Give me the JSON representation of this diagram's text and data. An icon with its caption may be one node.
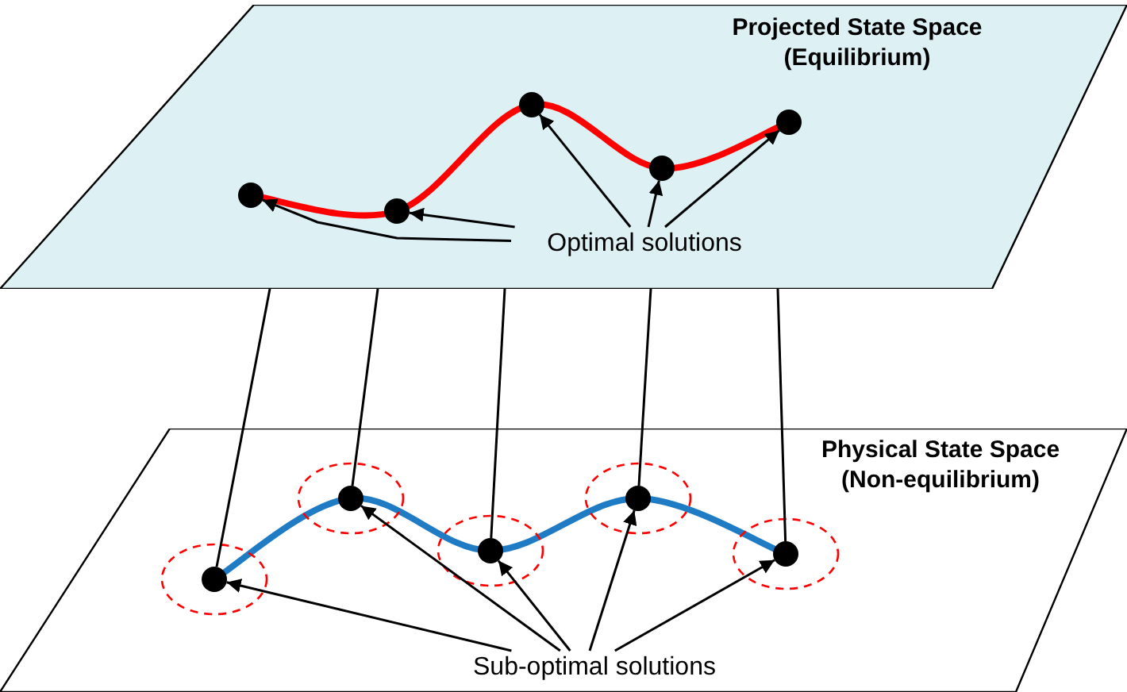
{
  "diagram": {
    "nodes": [
      {
        "text": [
          "Projected State Space (Equilibrium)"
        ]
      },
      {
        "text": [],
        "shape": "circle",
        "in": 0
      },
      {
        "text": [],
        "shape": "circle",
        "in": 0
      },
      {
        "text": [],
        "shape": "circle",
        "in": 0
      },
      {
        "text": [],
        "shape": "circle",
        "in": 0
      },
      {
        "text": [],
        "shape": "circle",
        "in": 0
      },
      {
        "text": [
          "Optimal solutions"
        ],
        "in": 0
      },
      {
        "text": [
          "Physical State Space (Non-equilibrium)"
        ]
      },
      {
        "text": [],
        "shape": "circle",
        "in": 7
      },
      {
        "text": [],
        "shape": "circle",
        "in": 7
      },
      {
        "text": [],
        "shape": "circle",
        "in": 7
      },
      {
        "text": [],
        "shape": "circle",
        "in": 7
      },
      {
        "text": [],
        "shape": "circle",
        "in": 7
      },
      {
        "text": [
          "Sub-optimal solutions"
        ],
        "in": 7
      }
    ],
    "edges": [
      {
        "from": 6,
        "to": 1,
        "arrow": "to"
      },
      {
        "from": 6,
        "to": 2,
        "arrow": "to"
      },
      {
        "from": 6,
        "to": 3,
        "arrow": "to"
      },
      {
        "from": 6,
        "to": 4,
        "arrow": "to"
      },
      {
        "from": 6,
        "to": 5,
        "arrow": "to"
      },
      {
        "from": 0,
        "to": 8,
        "arrow": "none"
      },
      {
        "from": 0,
        "to": 9,
        "arrow": "none"
      },
      {
        "from": 0,
        "to": 10,
        "arrow": "none"
      },
      {
        "from": 0,
        "to": 11,
        "arrow": "none"
      },
      {
        "from": 0,
        "to": 12,
        "arrow": "none"
      },
      {
        "from": 13,
        "to": 8,
        "arrow": "to"
      },
      {
        "from": 13,
        "to": 9,
        "arrow": "to"
      },
      {
        "from": 13,
        "to": 10,
        "arrow": "to"
      },
      {
        "from": 13,
        "to": 11,
        "arrow": "to"
      },
      {
        "from": 13,
        "to": 12,
        "arrow": "to"
      }
    ]
  }
}
